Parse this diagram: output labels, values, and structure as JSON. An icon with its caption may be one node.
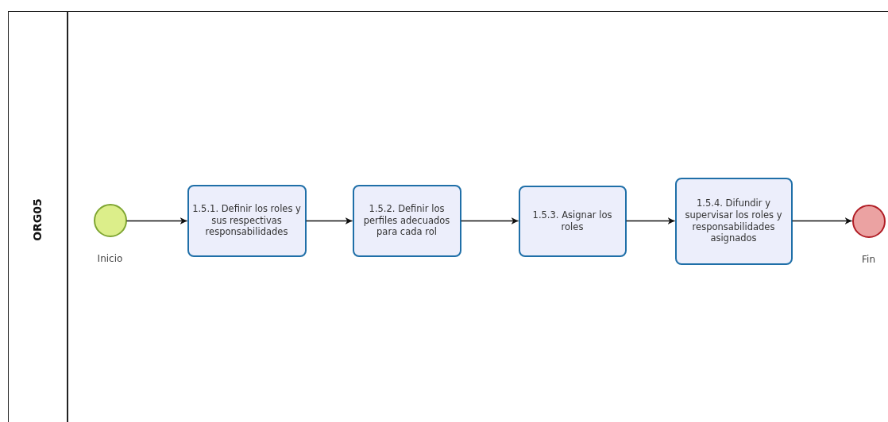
{
  "diagram": {
    "nodes": [
      {
        "text": [
          "ORG05"
        ]
      },
      {
        "text": [],
        "shape": "circle",
        "beside": [
          "Inicio"
        ],
        "in": 0
      },
      {
        "text": [
          "1.5.1. Definir los roles y sus respectivas responsabilidades"
        ],
        "in": 0
      },
      {
        "text": [
          "1.5.2. Definir los perfiles adecuados para cada rol"
        ],
        "in": 0
      },
      {
        "text": [
          "1.5.3. Asignar los roles"
        ],
        "in": 0
      },
      {
        "text": [
          "1.5.4. Difundir y supervisar los roles y responsabilidades asignados"
        ],
        "in": 0
      },
      {
        "text": [],
        "shape": "circle",
        "beside": [
          "Fin"
        ],
        "in": 0
      }
    ],
    "edges": [
      {
        "from": 1,
        "to": 2,
        "arrow": "to"
      },
      {
        "from": 2,
        "to": 3,
        "arrow": "to"
      },
      {
        "from": 3,
        "to": 4,
        "arrow": "to"
      },
      {
        "from": 4,
        "to": 5,
        "arrow": "to"
      },
      {
        "from": 5,
        "to": 6,
        "arrow": "to"
      }
    ]
  }
}
